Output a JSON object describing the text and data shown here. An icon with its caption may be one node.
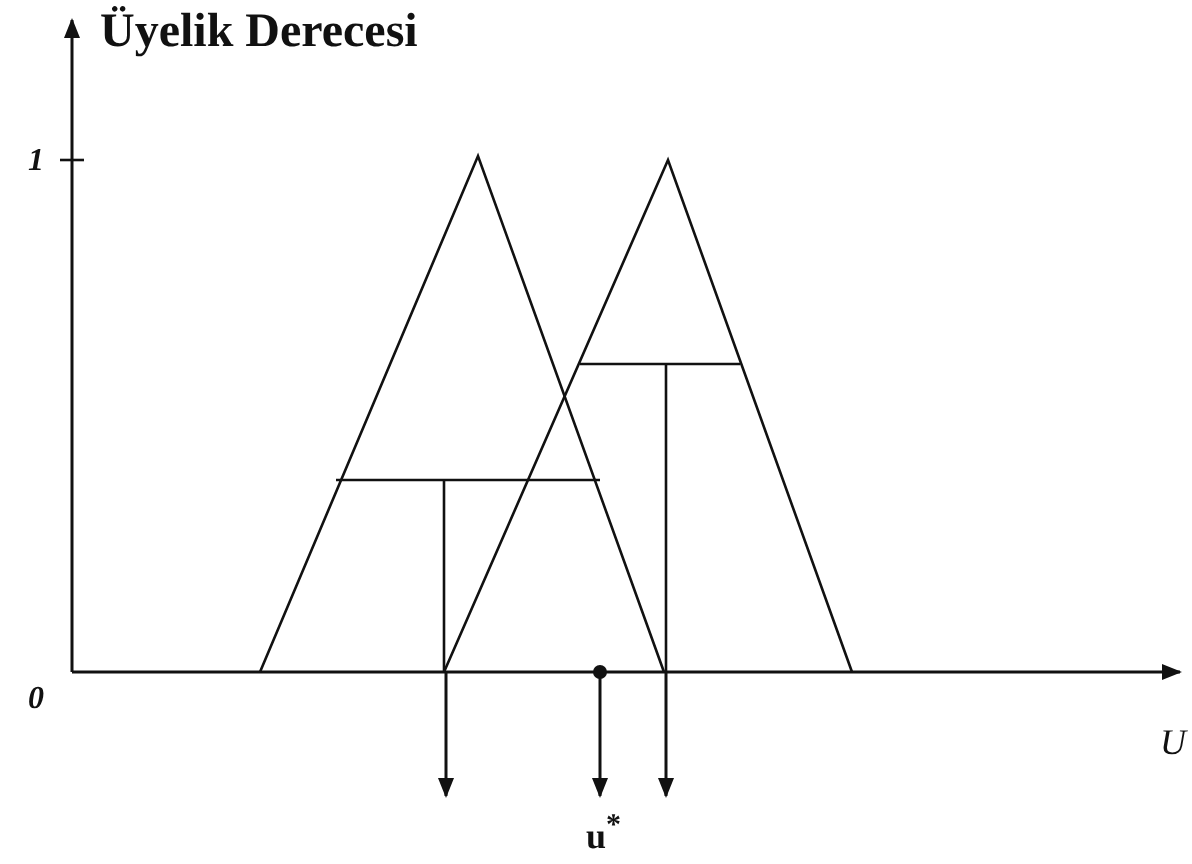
{
  "diagram": {
    "labels": [
      "Üyelik Derecesi",
      "1",
      "0",
      "U",
      "u$^{*}$"
    ]
  }
}
